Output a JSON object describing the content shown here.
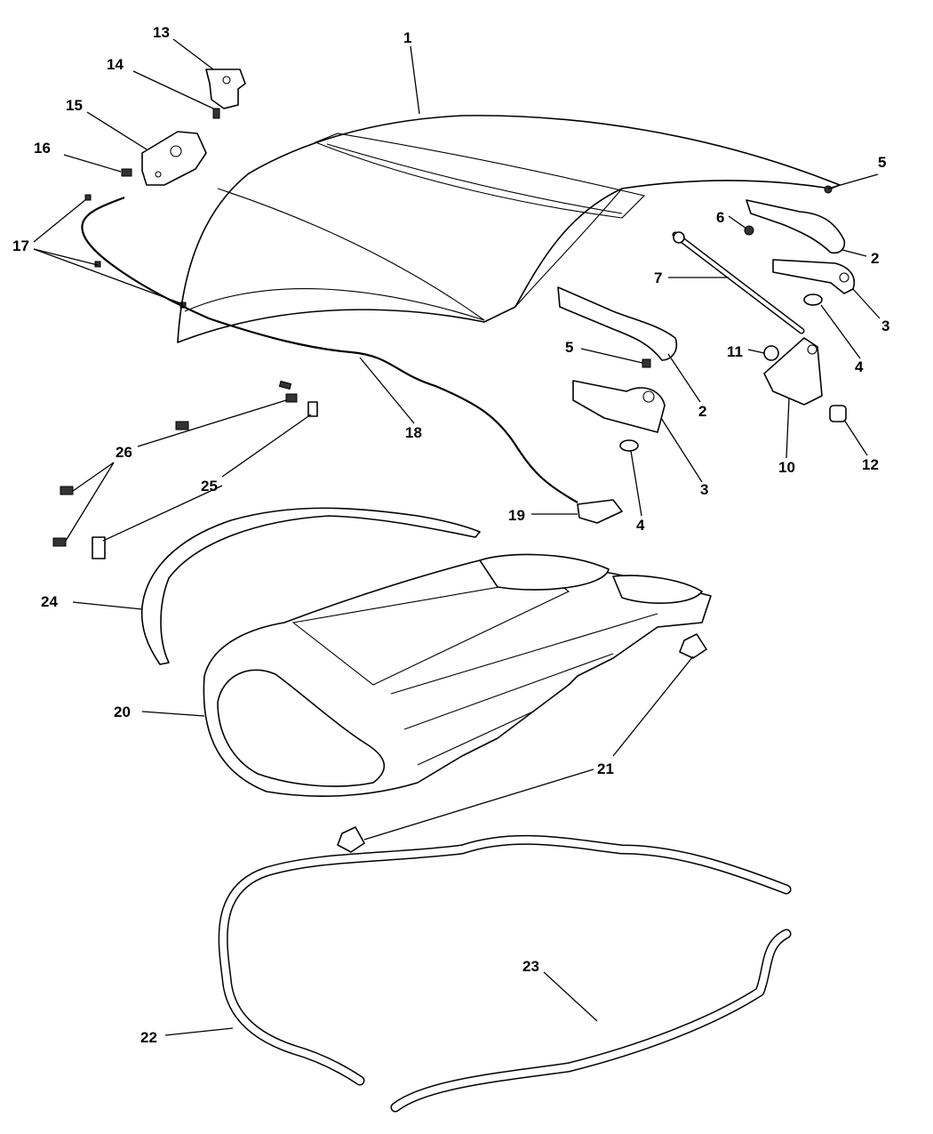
{
  "callouts": {
    "c1": "1",
    "c2": "2",
    "c3": "3",
    "c4": "4",
    "c5": "5",
    "c6": "6",
    "c7": "7",
    "c10": "10",
    "c11": "11",
    "c12": "12",
    "c13": "13",
    "c14": "14",
    "c15": "15",
    "c16": "16",
    "c17": "17",
    "c18": "18",
    "c19": "19",
    "c20": "20",
    "c21": "21",
    "c22": "22",
    "c23": "23",
    "c24": "24",
    "c25": "25",
    "c26": "26"
  },
  "colors": {
    "line": "#000000",
    "background": "#ffffff"
  }
}
